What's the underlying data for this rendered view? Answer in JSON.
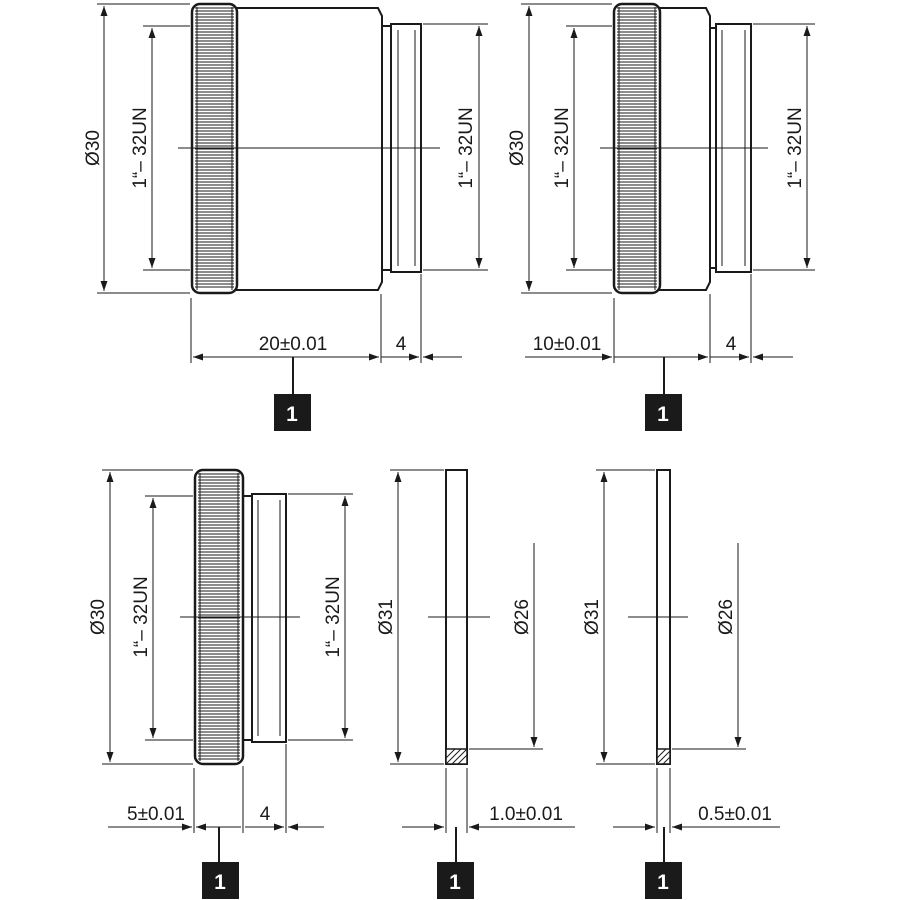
{
  "parts": [
    {
      "id": "part-1",
      "type": "threaded-adapter",
      "labels": {
        "outer_diameter": "Ø30",
        "thread_left": "1“– 32UN",
        "thread_right": "1“– 32UN",
        "length": "20±0.01",
        "thread_length": "4",
        "badge": "1"
      }
    },
    {
      "id": "part-2",
      "type": "threaded-adapter",
      "labels": {
        "outer_diameter": "Ø30",
        "thread_left": "1“– 32UN",
        "thread_right": "1“– 32UN",
        "length": "10±0.01",
        "thread_length": "4",
        "badge": "1"
      }
    },
    {
      "id": "part-3",
      "type": "threaded-adapter",
      "labels": {
        "outer_diameter": "Ø30",
        "thread_left": "1“– 32UN",
        "thread_right": "1“– 32UN",
        "length": "5±0.01",
        "thread_length": "4",
        "badge": "1"
      }
    },
    {
      "id": "part-4",
      "type": "spacer-ring",
      "labels": {
        "outer_diameter": "Ø31",
        "inner_diameter": "Ø26",
        "thickness": "1.0±0.01",
        "badge": "1"
      }
    },
    {
      "id": "part-5",
      "type": "spacer-ring",
      "labels": {
        "outer_diameter": "Ø31",
        "inner_diameter": "Ø26",
        "thickness": "0.5±0.01",
        "badge": "1"
      }
    }
  ],
  "colors": {
    "line": "#1a1a1a",
    "badge_fill": "#1a1a1a",
    "badge_text": "#ffffff",
    "background": "#ffffff"
  }
}
